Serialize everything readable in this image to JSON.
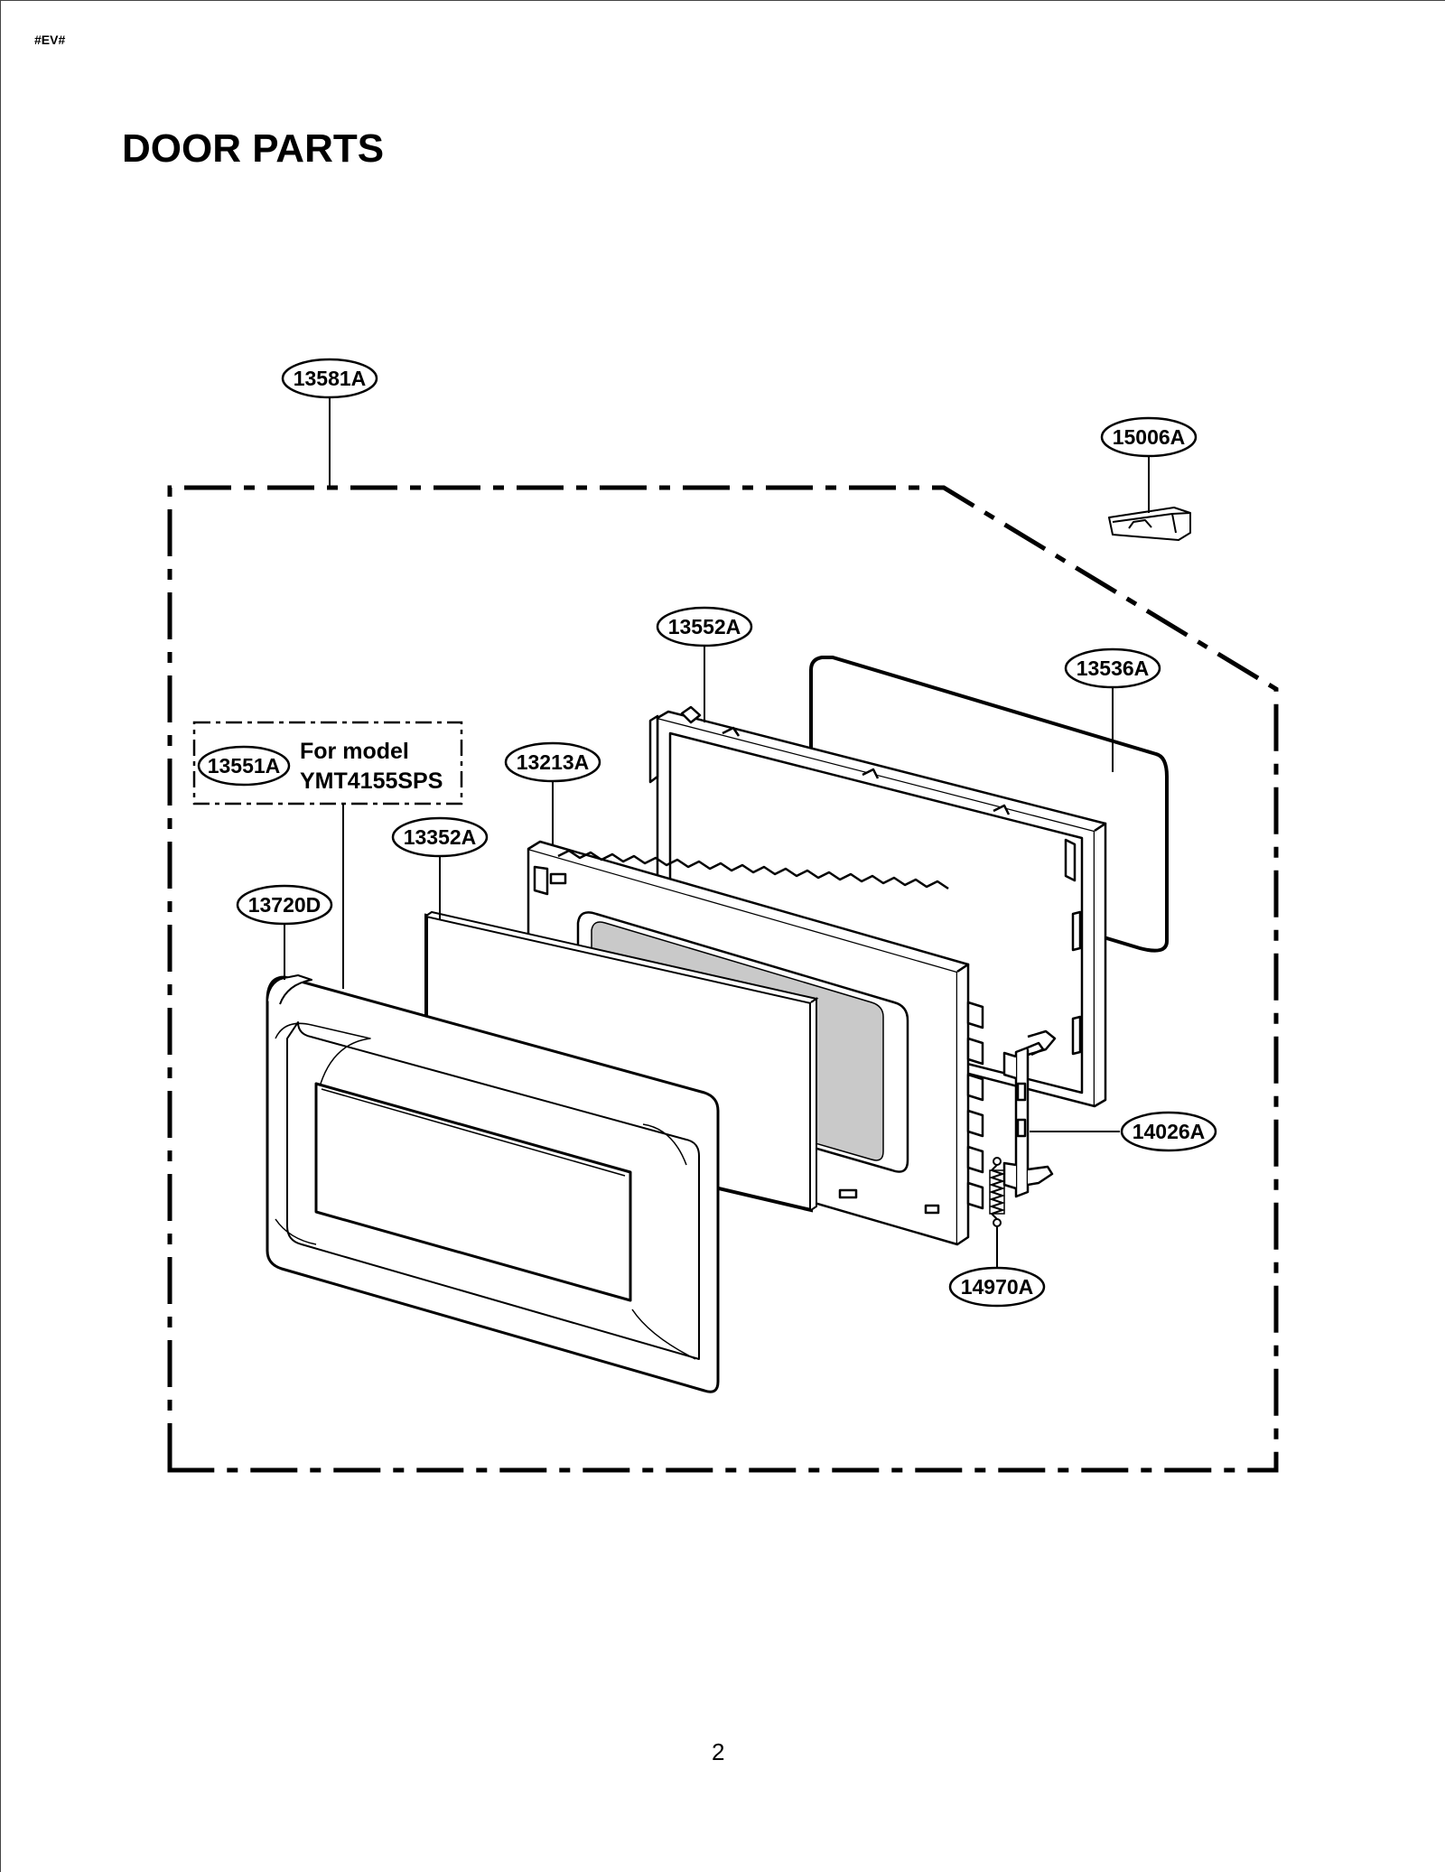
{
  "header_tag": "#EV#",
  "title": "DOOR PARTS",
  "page_number": "2",
  "callouts": {
    "door_assembly": "13581A",
    "latch_key": "15006A",
    "frame": "13552A",
    "screen": "13536A",
    "model_part": "13551A",
    "door_panel": "13213A",
    "choke_cover": "13352A",
    "door_front": "13720D",
    "hinge": "14026A",
    "spring": "14970A"
  },
  "model_note": {
    "line1": "For model",
    "line2": "YMT4155SPS"
  }
}
